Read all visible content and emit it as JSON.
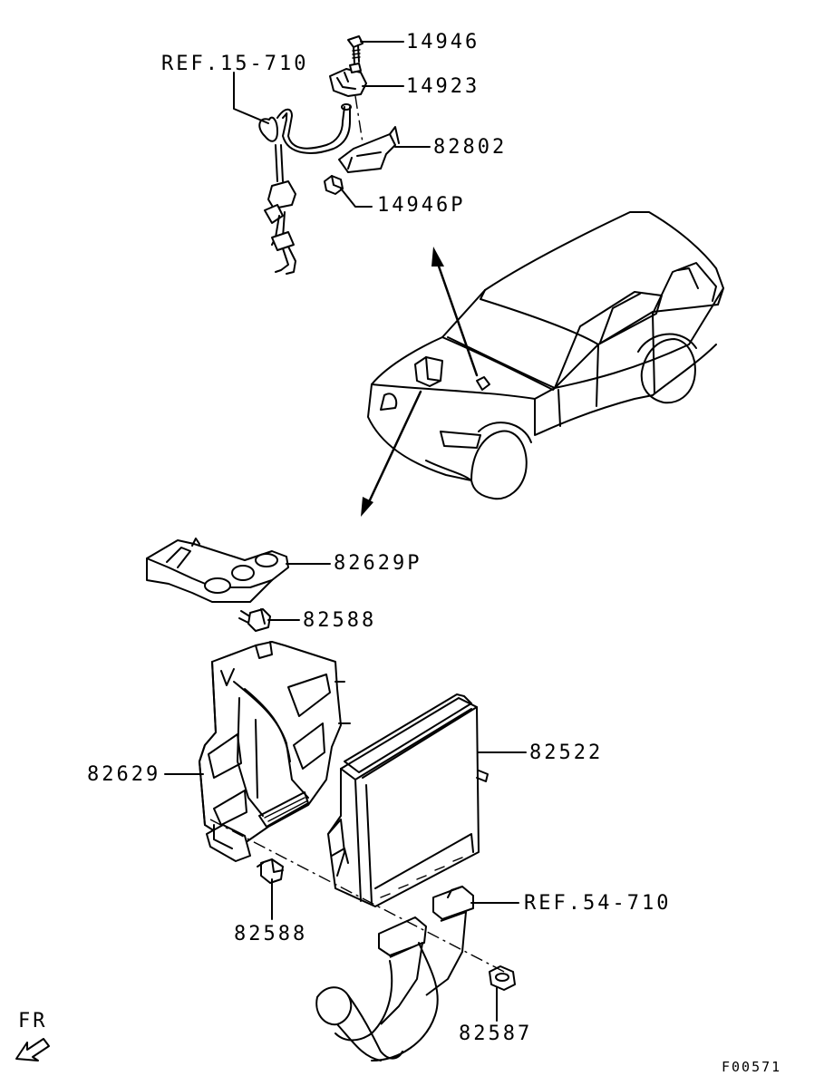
{
  "diagram_code": "F00571",
  "orientation_label": "FR",
  "callouts": [
    {
      "id": "lbl-14946",
      "text": "14946"
    },
    {
      "id": "lbl-14923",
      "text": "14923"
    },
    {
      "id": "lbl-ref-15-710",
      "text": "REF.15-710"
    },
    {
      "id": "lbl-82802",
      "text": "82802"
    },
    {
      "id": "lbl-14946p",
      "text": "14946P"
    },
    {
      "id": "lbl-82629p",
      "text": "82629P"
    },
    {
      "id": "lbl-82588-top",
      "text": "82588"
    },
    {
      "id": "lbl-82522",
      "text": "82522"
    },
    {
      "id": "lbl-82629",
      "text": "82629"
    },
    {
      "id": "lbl-ref-54-710",
      "text": "REF.54-710"
    },
    {
      "id": "lbl-82588-bottom",
      "text": "82588"
    },
    {
      "id": "lbl-82587",
      "text": "82587"
    }
  ]
}
